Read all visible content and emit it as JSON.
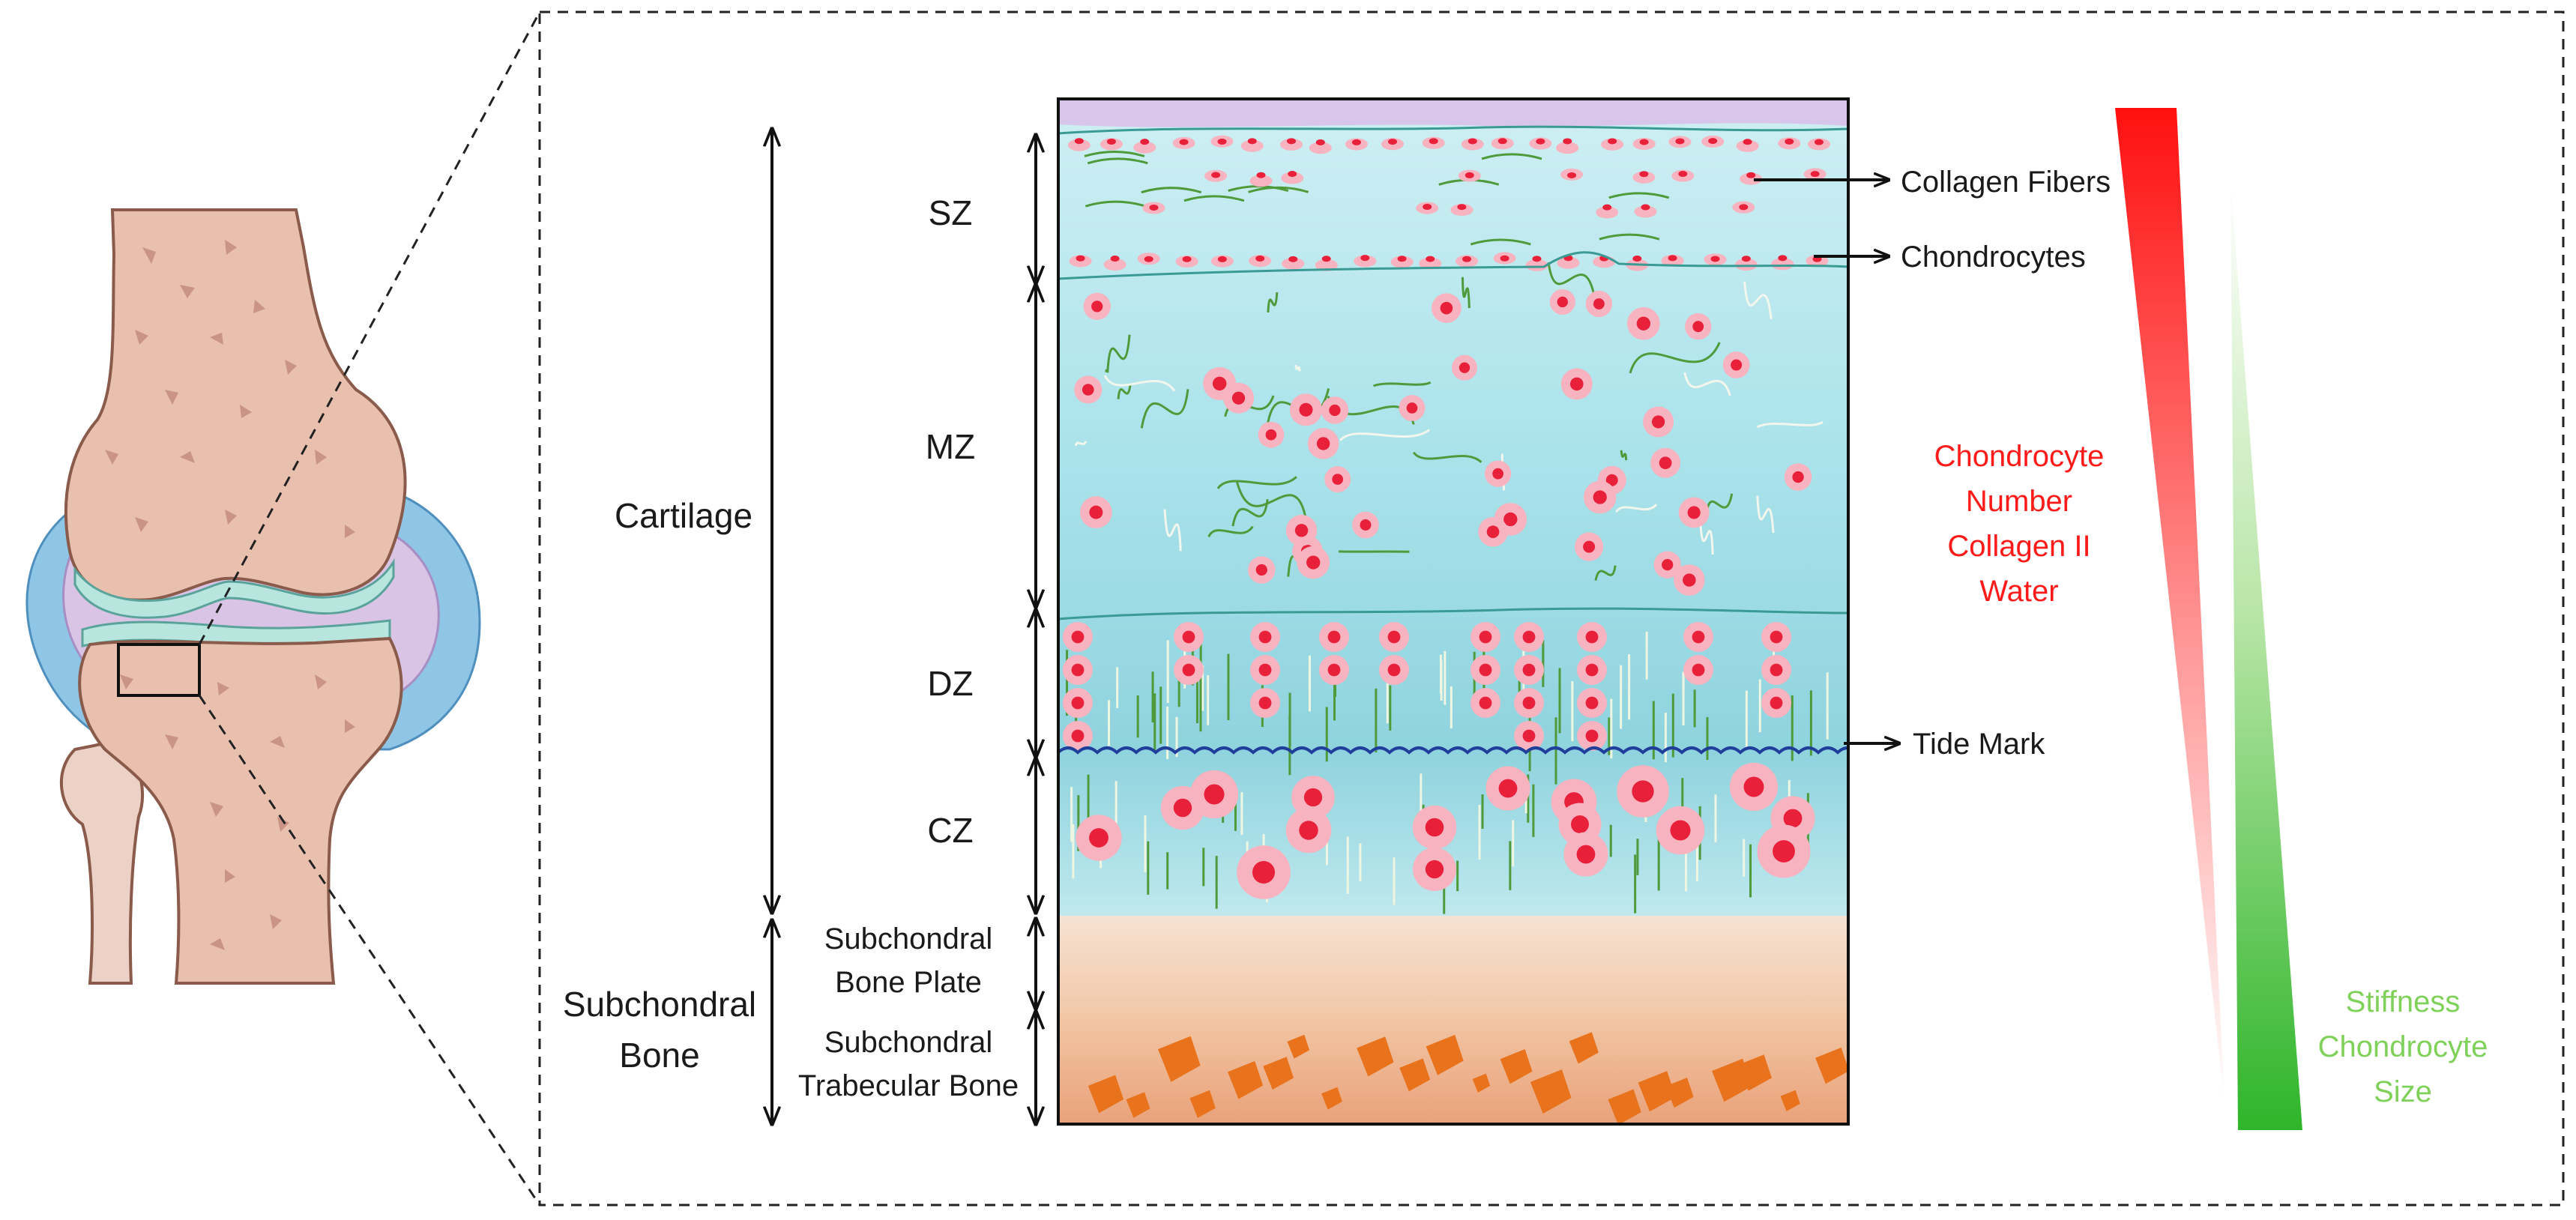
{
  "zones": {
    "sz": "SZ",
    "mz": "MZ",
    "dz": "DZ",
    "cz": "CZ"
  },
  "regions": {
    "cartilage": "Cartilage",
    "subchondral_bone": [
      "Subchondral",
      "Bone"
    ],
    "bone_plate": [
      "Subchondral",
      "Bone Plate"
    ],
    "trabecular_bone": [
      "Subchondral",
      "Trabecular Bone"
    ]
  },
  "callouts": {
    "collagen_fibers": "Collagen Fibers",
    "chondrocytes": "Chondrocytes",
    "tide_mark": "Tide Mark"
  },
  "gradients": {
    "decreasing": {
      "lines": [
        "Chondrocyte",
        "Number",
        "Collagen II",
        "Water"
      ],
      "color": "#ff1a1a"
    },
    "increasing": {
      "lines": [
        "Stiffness",
        "Chondrocyte",
        "Size"
      ],
      "color": "#7fd15a"
    }
  },
  "colors": {
    "cell": "#e8203a",
    "cell_halo": "#f7b3bf",
    "collagen": "#4f9a3a",
    "bone_fragment": "#e8731c",
    "tide_mark": "#1f3f9a"
  }
}
